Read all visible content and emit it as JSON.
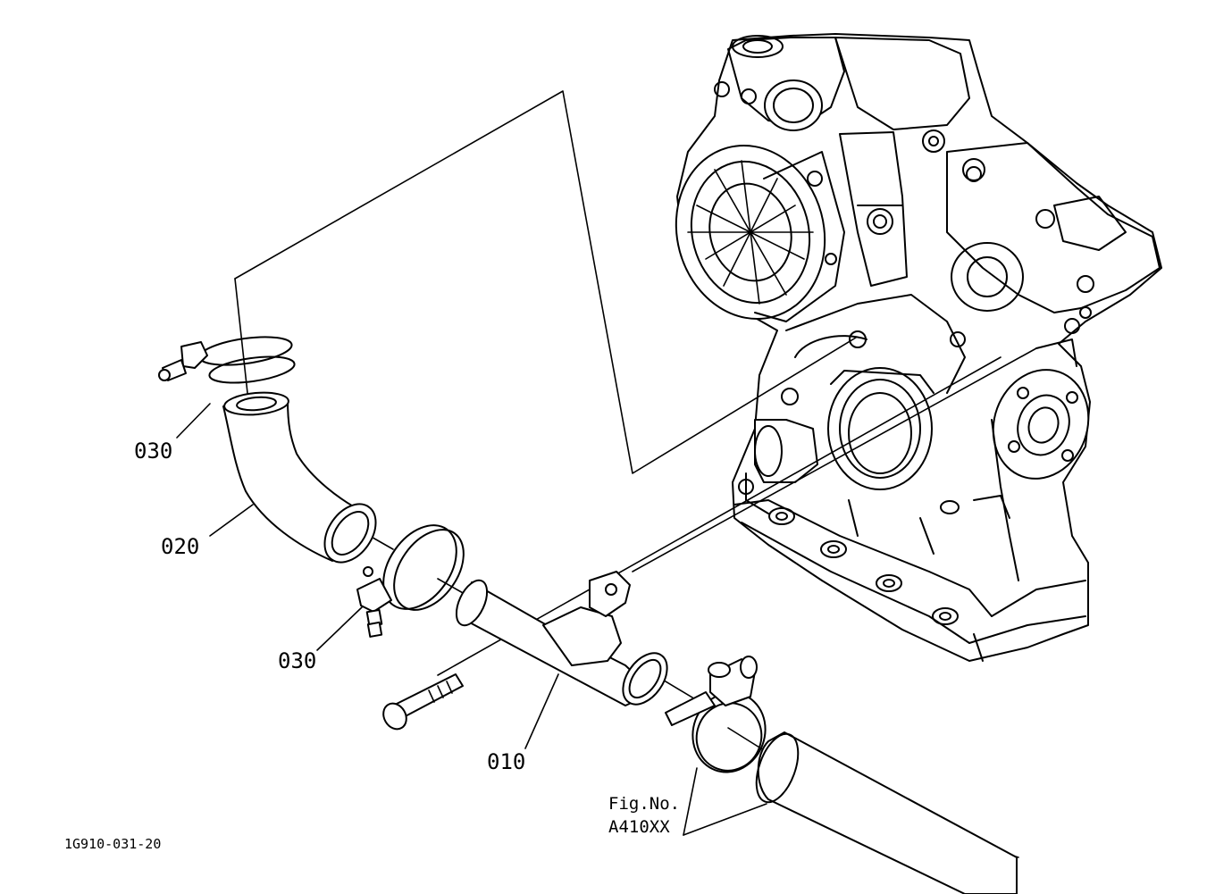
{
  "labels": {
    "part_030_top": "030",
    "part_020": "020",
    "part_030_mid": "030",
    "part_010": "010",
    "fig_no_line1": "Fig.No.",
    "fig_no_line2": "A410XX",
    "drawing_code": "1G910-031-20"
  }
}
